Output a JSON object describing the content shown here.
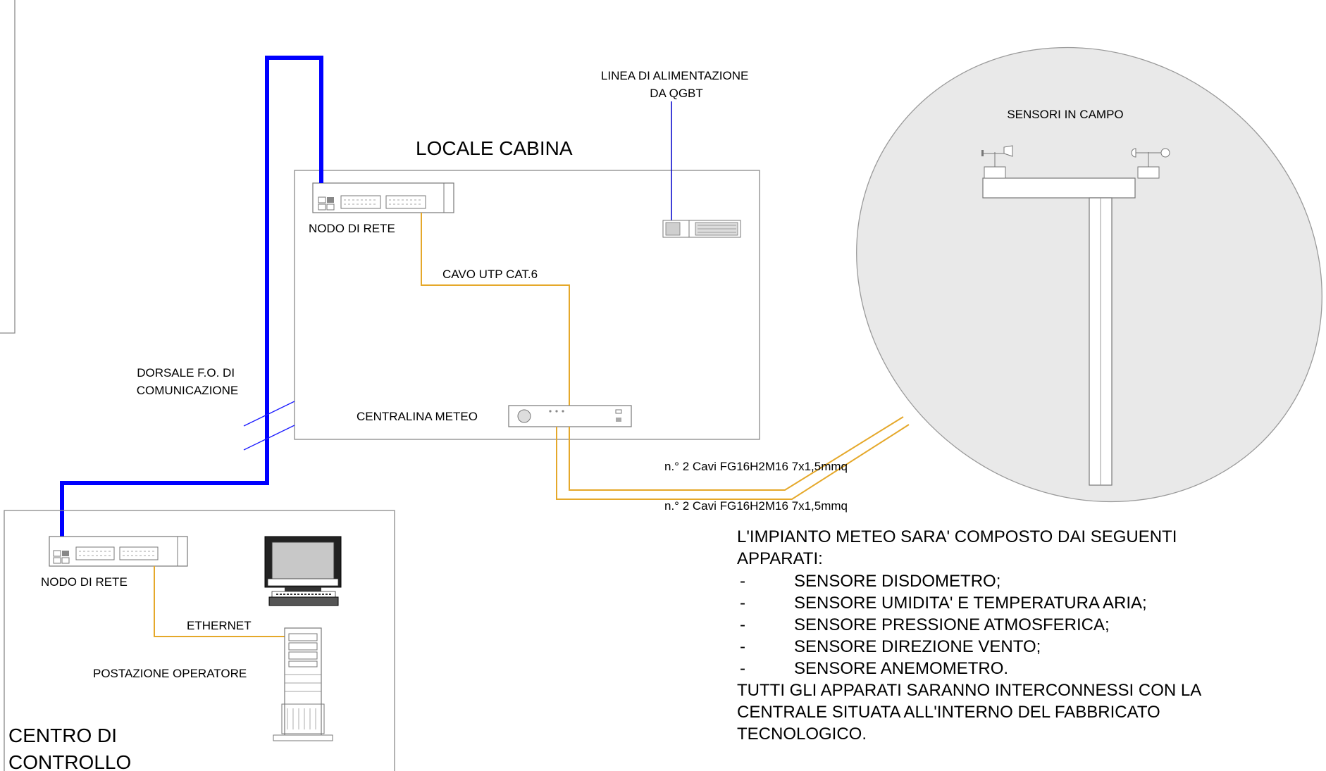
{
  "diagram": {
    "locale_cabina": "LOCALE CABINA",
    "linea_alimentazione": [
      "LINEA DI ALIMENTAZIONE",
      "DA QGBT"
    ],
    "sensori_in_campo": "SENSORI IN CAMPO",
    "nodo_cabina": "NODO DI RETE",
    "cavo_utp": "CAVO UTP CAT.6",
    "dorsale": [
      "DORSALE F.O. DI",
      "COMUNICAZIONE"
    ],
    "centralina": "CENTRALINA METEO",
    "cavi_1": "n.° 2 Cavi FG16H2M16 7x1,5mmq",
    "cavi_2": "n.° 2 Cavi FG16H2M16 7x1,5mmq",
    "nodo_controllo": "NODO DI RETE",
    "ethernet": "ETHERNET",
    "postazione": "POSTAZIONE OPERATORE",
    "centro_controllo": [
      "CENTRO DI",
      "CONTROLLO"
    ]
  },
  "notes": {
    "intro": [
      "L'IMPIANTO METEO SARA' COMPOSTO DAI SEGUENTI",
      "APPARATI:"
    ],
    "bullet": "-",
    "items": [
      "SENSORE DISDOMETRO;",
      "SENSORE UMIDITA' E TEMPERATURA ARIA;",
      "SENSORE PRESSIONE ATMOSFERICA;",
      "SENSORE DIREZIONE VENTO;",
      "SENSORE ANEMOMETRO."
    ],
    "outro": [
      "TUTTI GLI APPARATI SARANNO INTERCONNESSI CON LA",
      "CENTRALE SITUATA ALL'INTERNO DEL FABBRICATO",
      "TECNOLOGICO."
    ]
  },
  "colors": {
    "fiber": "#0000ff",
    "utp": "#e5a82a",
    "power": "#0000cc",
    "outline": "#8a8a8a"
  }
}
